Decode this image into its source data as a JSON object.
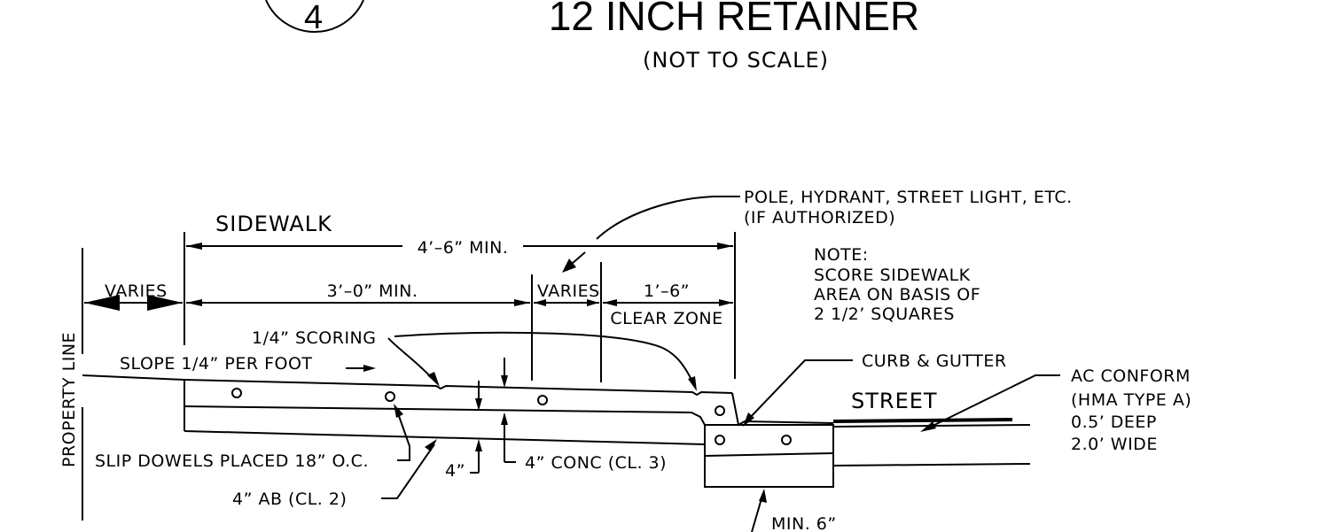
{
  "header": {
    "detail_number": "4",
    "title": "12 INCH RETAINER",
    "subtitle": "(NOT TO SCALE)"
  },
  "labels": {
    "sidewalk": "SIDEWALK",
    "street": "STREET",
    "property_line": "PROPERTY LINE",
    "dim_overall": "4’–6” MIN.",
    "dim_varies_left": "VARIES",
    "dim_3ft": "3’–0” MIN.",
    "dim_varies_mid": "VARIES",
    "dim_1ft6": "1’–6”",
    "clear_zone": "CLEAR ZONE",
    "scoring": "1/4” SCORING",
    "slope": "SLOPE 1/4” PER FOOT",
    "dowels": "SLIP DOWELS PLACED 18” O.C.",
    "ab": "4” AB (CL. 2)",
    "ab_thickness": "4”",
    "conc": "4” CONC (CL. 3)",
    "min6": "MIN. 6”",
    "curb_gutter": "CURB & GUTTER",
    "pole_line1": "POLE, HYDRANT, STREET LIGHT, ETC.",
    "pole_line2": "(IF AUTHORIZED)",
    "note_lines": [
      "NOTE:",
      "SCORE SIDEWALK",
      "AREA ON BASIS OF",
      "2 1/2’ SQUARES"
    ],
    "ac_lines": [
      "AC CONFORM",
      "(HMA TYPE A)",
      "0.5’ DEEP",
      "2.0’ WIDE"
    ]
  }
}
